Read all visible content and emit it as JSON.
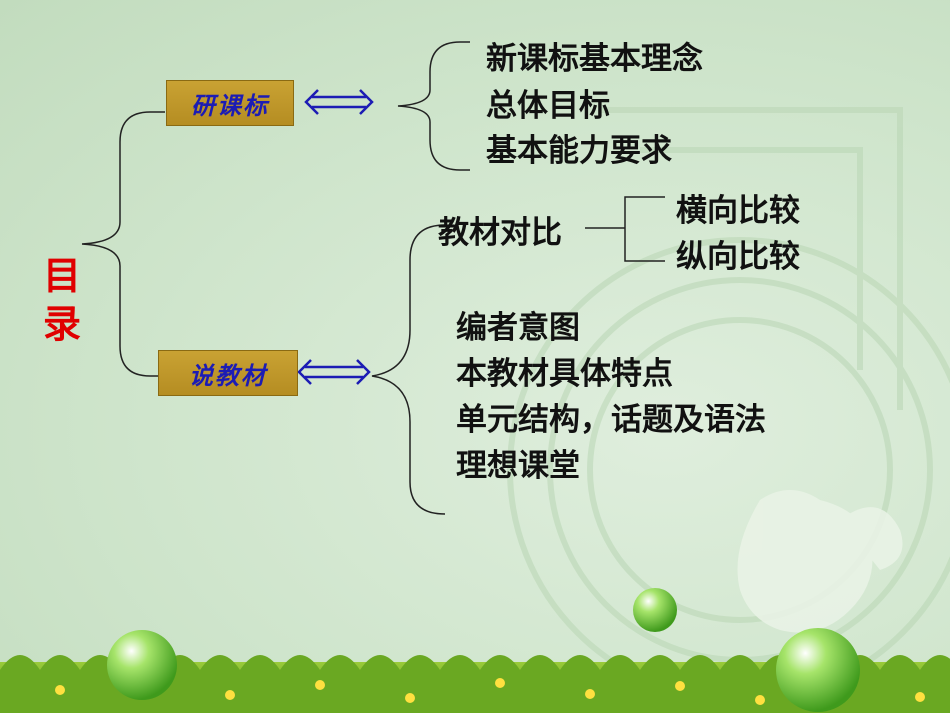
{
  "title": "目录",
  "sections": [
    {
      "label": "研课标",
      "items": [
        "新课标基本理念",
        "总体目标",
        "基本能力要求"
      ]
    },
    {
      "label": "说教材",
      "comparison": {
        "label": "教材对比",
        "items": [
          "横向比较",
          "纵向比较"
        ]
      },
      "items": [
        "编者意图",
        "本教材具体特点",
        "单元结构，话题及语法",
        "理想课堂"
      ]
    }
  ],
  "colors": {
    "title": "#e00000",
    "box_fill": "#c9a233",
    "box_text": "#1c1cb4",
    "arrow": "#1c1cb4",
    "background": "#cfe5cc"
  }
}
